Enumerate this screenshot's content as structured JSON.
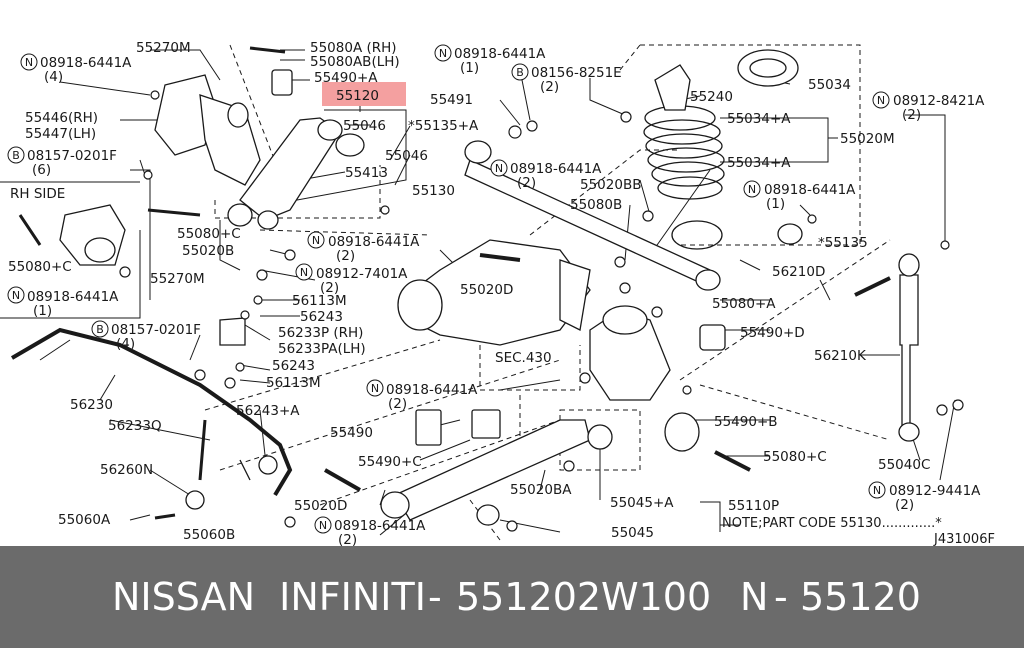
{
  "highlight_color": "#f4a0a0",
  "footer": {
    "brand": "NISSAN  INFINITI",
    "sep1": "-",
    "part_number": "551202W100",
    "ref_prefix": "N",
    "sep2": "-",
    "ref_code": "55120"
  },
  "labels": {
    "l55270m_top": "55270M",
    "l55080a": "55080A (RH)",
    "l55080ab": "55080AB(LH)",
    "n_08918_6441a_a": "08918-6441A",
    "q4a": "(4)",
    "l55490a": "55490+A",
    "l55120": "55120",
    "l55446": "55446(RH)",
    "l55447": "55447(LH)",
    "l55046a": "55046",
    "l55135a": "*55135+A",
    "b_08157_0201f_a": "08157-0201F",
    "q6": "(6)",
    "l55046b": "55046",
    "l55413": "55413",
    "rh_side": "RH SIDE",
    "l55130": "55130",
    "l55080c_a": "55080+C",
    "l55020b": "55020B",
    "l55080c_b": "55080+C",
    "l55270m_b": "55270M",
    "n_08918_6441a_b": "08918-6441A",
    "q1a": "(1)",
    "n_08918_6441a_c": "08918-6441A",
    "q1b": "(1)",
    "b_08156_8251e": "08156-8251E",
    "q2a": "(2)",
    "l55491": "55491",
    "l55240": "55240",
    "l55034": "55034",
    "n_08912_8421a": "08912-8421A",
    "q2b": "(2)",
    "l55034a": "55034+A",
    "l55020m": "55020M",
    "l55034a2": "55034+A",
    "n_08918_6441a_d": "08918-6441A",
    "q2c": "(2)",
    "l55020bb": "55020BB",
    "n_08918_6441a_e": "08918-6441A",
    "q1c": "(1)",
    "l55080b": "55080B",
    "l55135": "*55135",
    "n_08918_6441a_f": "08918-6441A",
    "q2d": "(2)",
    "n_08912_7401a": "08912-7401A",
    "q2e": "(2)",
    "l55020d_a": "55020D",
    "l56210d": "56210D",
    "l56113m_a": "56113M",
    "l56243_a": "56243",
    "l55080a2": "55080+A",
    "l56233p": "56233P  (RH)",
    "l56233pa": "56233PA(LH)",
    "b_08157_0201f_b": "08157-0201F",
    "q4b": "(4)",
    "l55490d": "55490+D",
    "sec430": "SEC.430",
    "l56210k": "56210K",
    "l56243_b": "56243",
    "l56113m_b": "56113M",
    "l56230": "56230",
    "n_08918_6441a_g": "08918-6441A",
    "q2f": "(2)",
    "l56243a": "56243+A",
    "l56233q": "56233Q",
    "l55490": "55490",
    "l55490b": "55490+B",
    "l55490c": "55490+C",
    "l55080c_c": "55080+C",
    "l55040c": "55040C",
    "l56260n": "56260N",
    "l55020ba": "55020BA",
    "n_08912_9441a": "08912-9441A",
    "q2g": "(2)",
    "l55020d_b": "55020D",
    "l55045a": "55045+A",
    "l55110p": "55110P",
    "l55060a": "55060A",
    "n_08918_6441a_h": "08918-6441A",
    "q2h": "(2)",
    "note": "NOTE;PART CODE 55130.............*",
    "l55060b": "55060B",
    "l55045": "55045",
    "ref": "J431006F"
  }
}
